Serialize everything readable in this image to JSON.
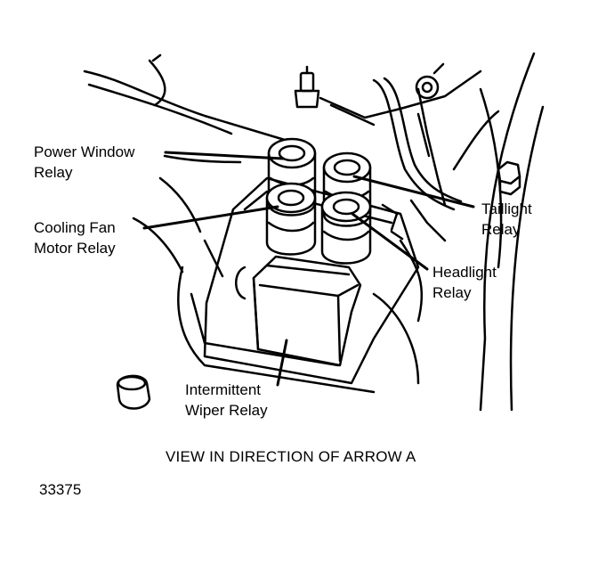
{
  "labels": {
    "power_window_relay": [
      "Power Window",
      "Relay"
    ],
    "cooling_fan_motor_relay": [
      "Cooling Fan",
      "Motor Relay"
    ],
    "taillight_relay": [
      "Taillight",
      "Relay"
    ],
    "headlight_relay": [
      "Headlight",
      "Relay"
    ],
    "intermittent_wiper_relay": [
      "Intermittent",
      "Wiper Relay"
    ]
  },
  "caption": "VIEW IN DIRECTION OF ARROW A",
  "figure_number": "33375",
  "colors": {
    "ink": "#000000",
    "paper": "#ffffff"
  }
}
